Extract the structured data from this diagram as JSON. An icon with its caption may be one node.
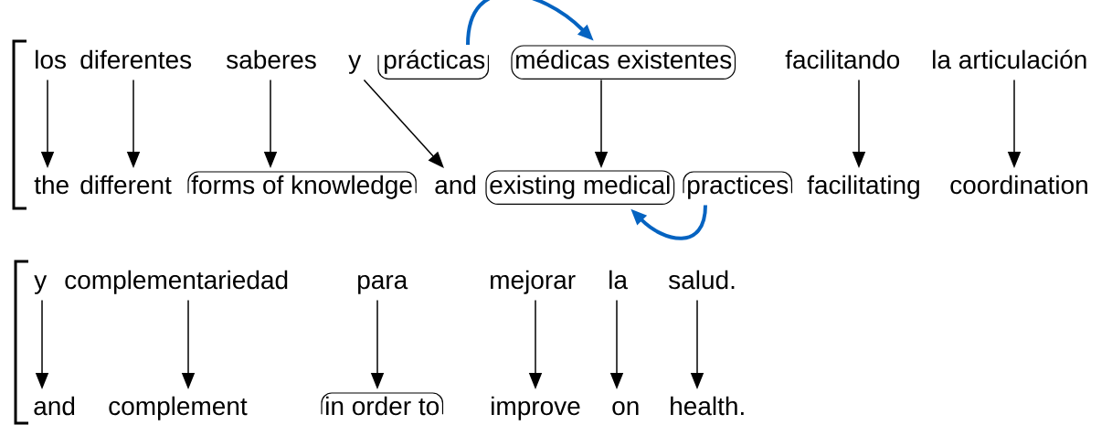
{
  "diagram": {
    "nodes": [
      {
        "text": [
          "los"
        ]
      },
      {
        "text": [
          "diferentes"
        ]
      },
      {
        "text": [
          "saberes"
        ]
      },
      {
        "text": [
          "y"
        ]
      },
      {
        "text": [
          "prácticas"
        ]
      },
      {
        "text": [
          "médicas existentes"
        ]
      },
      {
        "text": [
          "facilitando"
        ]
      },
      {
        "text": [
          "la articulación"
        ]
      },
      {
        "text": [
          "the"
        ]
      },
      {
        "text": [
          "different"
        ]
      },
      {
        "text": [
          "forms of knowledge"
        ]
      },
      {
        "text": [
          "and"
        ]
      },
      {
        "text": [
          "existing medical"
        ]
      },
      {
        "text": [
          "practices"
        ]
      },
      {
        "text": [
          "facilitating"
        ]
      },
      {
        "text": [
          "coordination"
        ]
      },
      {
        "text": [
          "y"
        ]
      },
      {
        "text": [
          "complementariedad"
        ]
      },
      {
        "text": [
          "para"
        ]
      },
      {
        "text": [
          "mejorar"
        ]
      },
      {
        "text": [
          "la"
        ]
      },
      {
        "text": [
          "salud."
        ]
      },
      {
        "text": [
          "and"
        ]
      },
      {
        "text": [
          "complement"
        ]
      },
      {
        "text": [
          "in order to"
        ]
      },
      {
        "text": [
          "improve"
        ]
      },
      {
        "text": [
          "on"
        ]
      },
      {
        "text": [
          "health."
        ]
      }
    ],
    "edges": [
      {
        "from": 0,
        "to": 8,
        "arrow": "to"
      },
      {
        "from": 1,
        "to": 9,
        "arrow": "to"
      },
      {
        "from": 2,
        "to": 10,
        "arrow": "to"
      },
      {
        "from": 3,
        "to": 11,
        "arrow": "to"
      },
      {
        "from": 4,
        "to": 5,
        "arrow": "to",
        "style": "thick",
        "color": "#0563c1"
      },
      {
        "from": 5,
        "to": 12,
        "arrow": "to"
      },
      {
        "from": 6,
        "to": 14,
        "arrow": "to"
      },
      {
        "from": 7,
        "to": 15,
        "arrow": "to"
      },
      {
        "from": 13,
        "to": 12,
        "arrow": "to",
        "style": "thick",
        "color": "#0563c1"
      },
      {
        "from": 16,
        "to": 22,
        "arrow": "to"
      },
      {
        "from": 17,
        "to": 23,
        "arrow": "to"
      },
      {
        "from": 18,
        "to": 24,
        "arrow": "to"
      },
      {
        "from": 19,
        "to": 25,
        "arrow": "to"
      },
      {
        "from": 20,
        "to": 26,
        "arrow": "to"
      },
      {
        "from": 21,
        "to": 27,
        "arrow": "to"
      }
    ]
  }
}
